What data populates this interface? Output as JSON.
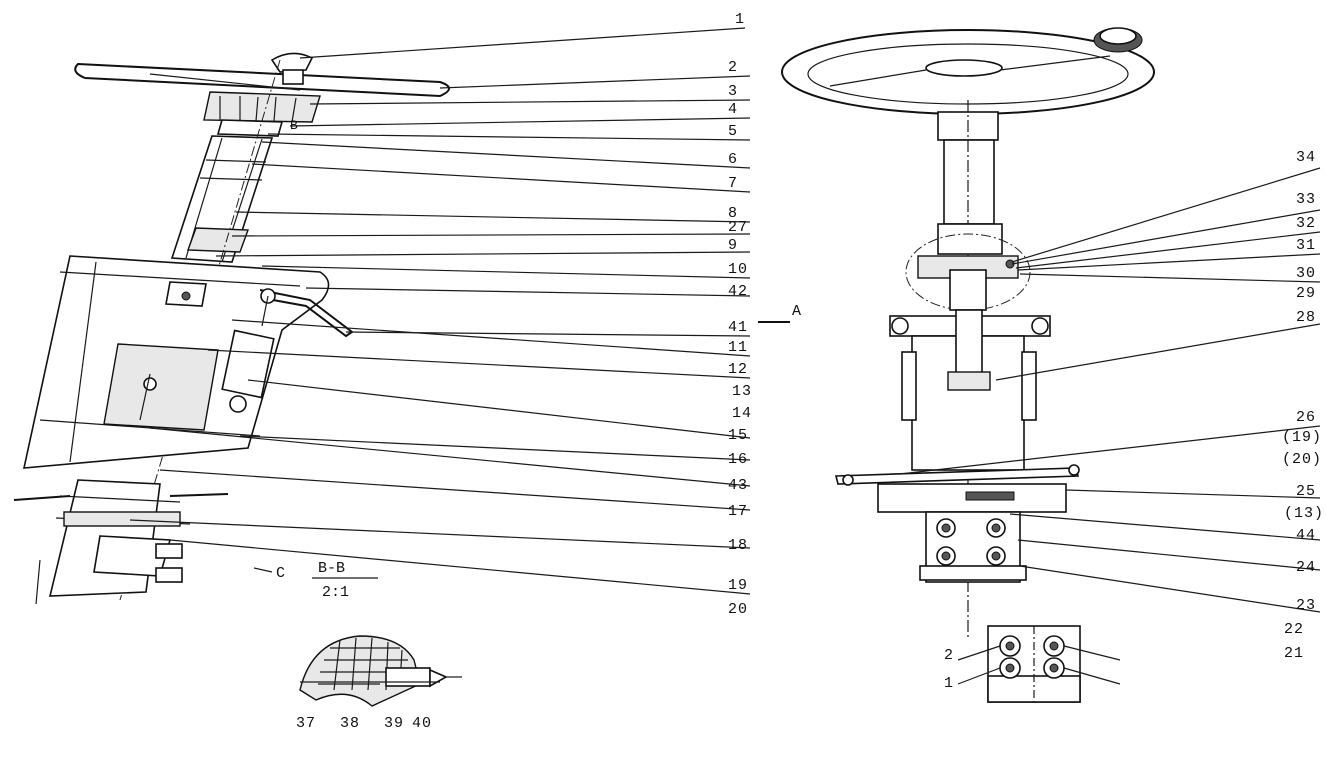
{
  "left_labels": [
    "1",
    "2",
    "3",
    "4",
    "5",
    "6",
    "7",
    "8",
    "27",
    "9",
    "10",
    "42",
    "41",
    "11",
    "12",
    "13",
    "14",
    "15",
    "16",
    "43",
    "17",
    "18",
    "19",
    "20"
  ],
  "right_labels": [
    "34",
    "33",
    "32",
    "31",
    "30",
    "29",
    "28",
    "26",
    "(19)",
    "(20)",
    "25",
    "(13)",
    "44",
    "24",
    "23",
    "22",
    "21"
  ],
  "section": {
    "title": "B-B",
    "scale": "2:1"
  },
  "section_parts": [
    "37",
    "38",
    "39",
    "40"
  ],
  "view_markers": {
    "a": "A",
    "c": "C",
    "b": "B"
  },
  "inset_labels": [
    "2",
    "1"
  ]
}
